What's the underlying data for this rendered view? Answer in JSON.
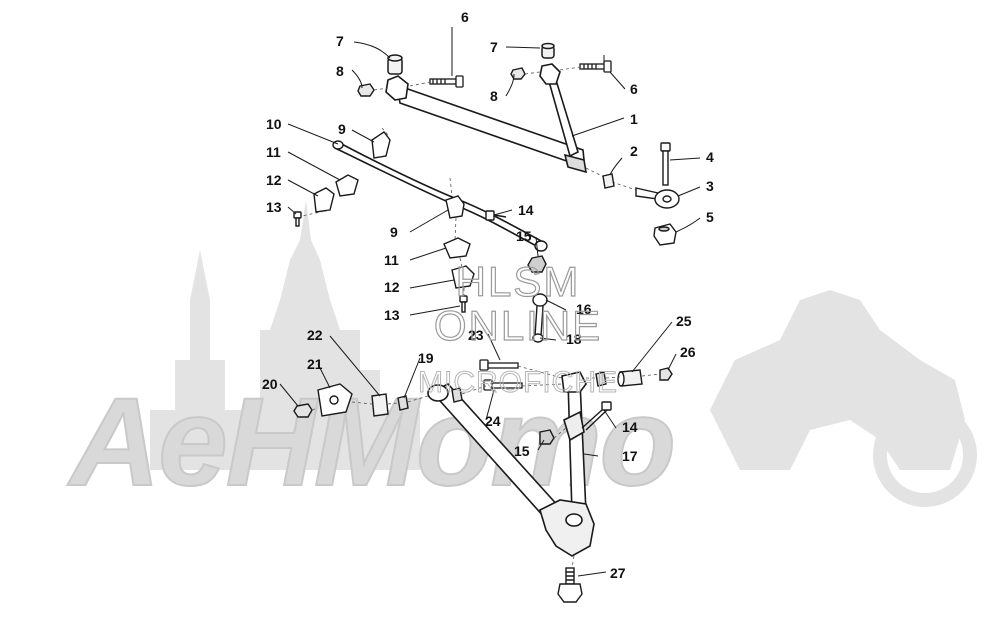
{
  "watermark": {
    "brand": "AeHMomo",
    "line1": "HLSM",
    "line2": "ONLINE",
    "line3": "MICROFICHE"
  },
  "callouts": {
    "c1": "1",
    "c2": "2",
    "c3": "3",
    "c4": "4",
    "c5": "5",
    "c6a": "6",
    "c6b": "6",
    "c7a": "7",
    "c7b": "7",
    "c8a": "8",
    "c8b": "8",
    "c9a": "9",
    "c9b": "9",
    "c10": "10",
    "c11a": "11",
    "c11b": "11",
    "c12a": "12",
    "c12b": "12",
    "c13a": "13",
    "c13b": "13",
    "c14a": "14",
    "c14b": "14",
    "c15a": "15",
    "c15b": "15",
    "c16": "16",
    "c17": "17",
    "c18": "18",
    "c19": "19",
    "c20": "20",
    "c21": "21",
    "c22": "22",
    "c23": "23",
    "c24": "24",
    "c25": "25",
    "c26": "26",
    "c27": "27"
  },
  "colors": {
    "line": "#1a1a1a",
    "part_fill": "#ffffff",
    "shade": "#bdbdbd",
    "watermark": "#d9d9d9"
  }
}
